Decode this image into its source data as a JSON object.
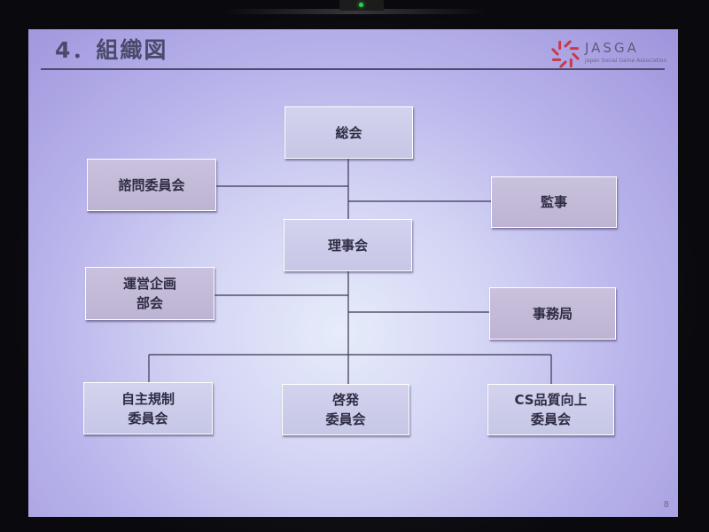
{
  "slide": {
    "title": "4．組織図",
    "page_number": "8",
    "logo": {
      "name": "JASGA",
      "subtitle": "Japan Social Game Association",
      "mark_color": "#c83a4a"
    }
  },
  "org_chart": {
    "line_color": "#3a3650",
    "box_color": "#c4bbd8",
    "nodes": [
      {
        "id": "general-assembly",
        "label": "総会"
      },
      {
        "id": "advisory-committee",
        "label": "諮問委員会"
      },
      {
        "id": "auditor",
        "label": "監事"
      },
      {
        "id": "board",
        "label": "理事会"
      },
      {
        "id": "operations-planning",
        "label": "運営企画\n部会"
      },
      {
        "id": "secretariat",
        "label": "事務局"
      },
      {
        "id": "self-regulation-committee",
        "label": "自主規制\n委員会"
      },
      {
        "id": "awareness-committee",
        "label": "啓発\n委員会"
      },
      {
        "id": "cs-quality-committee",
        "label": "CS品質向上\n委員会"
      }
    ],
    "edges": [
      {
        "from": "general-assembly",
        "to": "board"
      },
      {
        "from": "general-assembly",
        "to": "advisory-committee"
      },
      {
        "from": "general-assembly",
        "to": "auditor"
      },
      {
        "from": "board",
        "to": "operations-planning"
      },
      {
        "from": "board",
        "to": "secretariat"
      },
      {
        "from": "board",
        "to": "self-regulation-committee"
      },
      {
        "from": "board",
        "to": "awareness-committee"
      },
      {
        "from": "board",
        "to": "cs-quality-committee"
      }
    ]
  }
}
